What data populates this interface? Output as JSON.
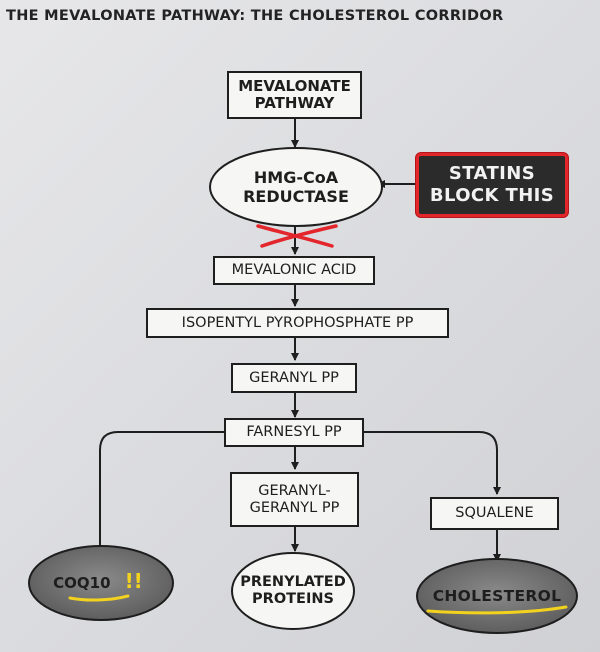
{
  "title": "THE MEVALONATE PATHWAY: THE CHOLESTEROL CORRIDOR",
  "nodes": {
    "mevalonate_pathway": "MEVALONATE\nPATHWAY",
    "hmg_coa_reductase": "HMG-CoA\nREDUCTASE",
    "statins": "STATINS\nBLOCK THIS",
    "mevalonic_acid": "MEVALONIC ACID",
    "isopentyl_pp": "ISOPENTYL PYROPHOSPHATE PP",
    "geranyl_pp": "GERANYL PP",
    "farnesyl_pp": "FARNESYL PP",
    "geranyl_geranyl_pp": "GERANYL-\nGERANYL PP",
    "squalene": "SQUALENE",
    "coq10": "COQ10",
    "prenylated_proteins": "PRENYLATED\nPROTEINS",
    "cholesterol": "CHOLESTEROL"
  },
  "annotations": {
    "coq10_marks": "!!"
  },
  "colors": {
    "statins_bg": "#2b2b2b",
    "statins_outline": "#e3262b",
    "block_cross": "#e3262b",
    "highlight": "#f2d21e",
    "dark_oval": "#6e6e6e"
  }
}
